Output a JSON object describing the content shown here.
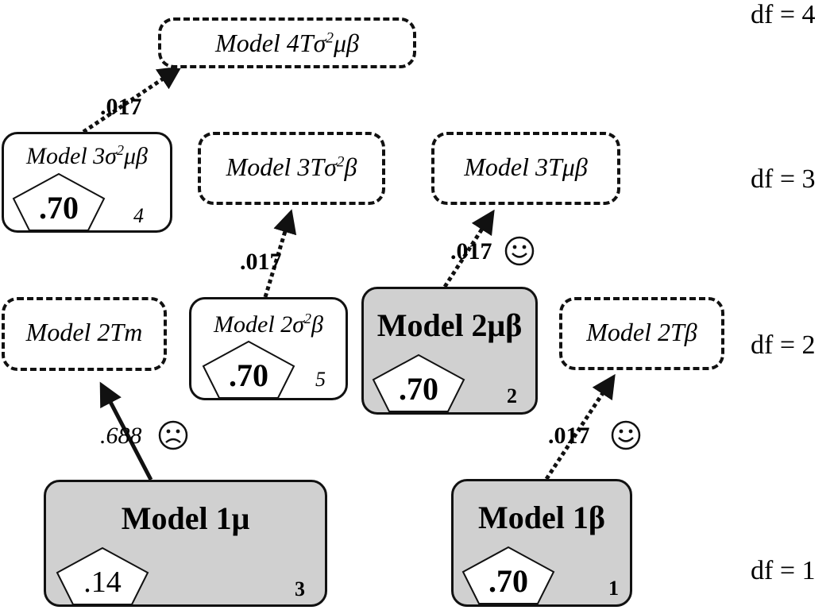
{
  "df_labels": {
    "df4": "df = 4",
    "df3": "df = 3",
    "df2": "df = 2",
    "df1": "df = 1"
  },
  "models": {
    "m4t": {
      "pre": "Model 4T",
      "sym": "σ",
      "sup": "2",
      "post": "μβ"
    },
    "m3s": {
      "pre": "Model 3",
      "sym": "σ",
      "sup": "2",
      "post": "μβ",
      "value": ".70",
      "rank": "4"
    },
    "m3ts": {
      "pre": "Model 3T",
      "sym": "σ",
      "sup": "2",
      "post": "β"
    },
    "m3tmb": {
      "label": "Model 3Tμβ"
    },
    "m2tm": {
      "label": "Model 2Tm"
    },
    "m2sb": {
      "pre": "Model 2",
      "sym": "σ",
      "sup": "2",
      "post": "β",
      "value": ".70",
      "rank": "5"
    },
    "m2mb": {
      "label": "Model 2μβ",
      "value": ".70",
      "rank": "2"
    },
    "m2tb": {
      "label": "Model 2Tβ"
    },
    "m1mu": {
      "label": "Model 1μ",
      "value": ".14",
      "rank": "3"
    },
    "m1b": {
      "label": "Model 1β",
      "value": ".70",
      "rank": "1"
    }
  },
  "pvalues": {
    "p_3s_4t": ".017",
    "p_2sb_3ts": ".017",
    "p_2mb_3tmb": ".017",
    "p_1mu_2tm": ".688",
    "p_1b_2tb": ".017"
  },
  "icons": {
    "smile_a": "smiley-face",
    "smile_b": "smiley-face",
    "frown": "frowning-face"
  },
  "colors": {
    "filled_box": "#d0d0d0",
    "stroke": "#111111"
  }
}
